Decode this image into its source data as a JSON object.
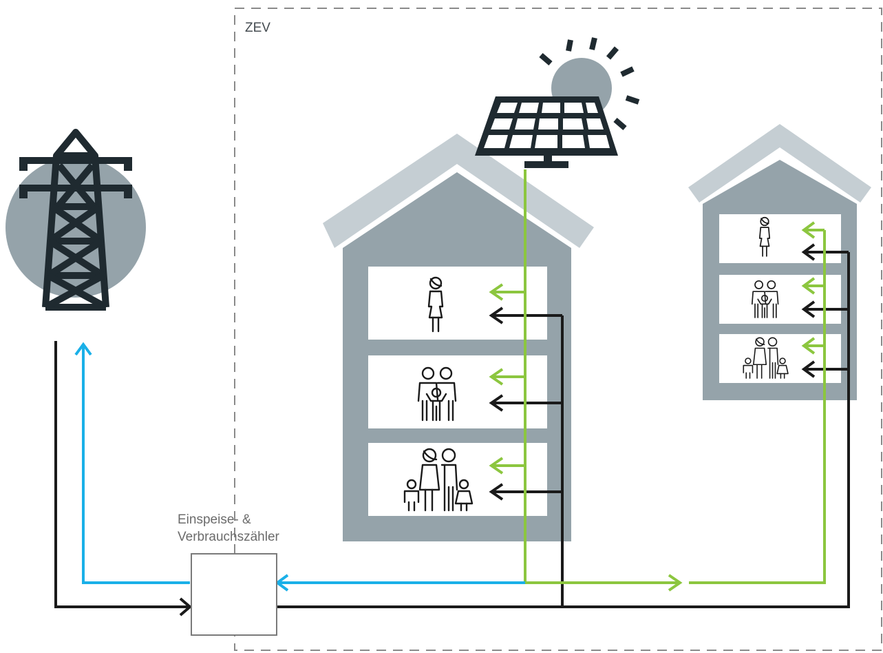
{
  "zone_label": "ZEV",
  "meter_label_line1": "Einspeise- &",
  "meter_label_line2": "Verbrauchszähler",
  "colors": {
    "grid_export": "#1ab0e8",
    "solar_supply": "#8cc63f",
    "grid_supply": "#1a1a1a",
    "building_wall": "#95a3aa",
    "roof": "#c5ced3",
    "icon_dark": "#1f2a30",
    "sun": "#95a3aa"
  },
  "icons": [
    "power-pylon-icon",
    "solar-panel-icon",
    "sun-icon",
    "single-person-icon",
    "family-icon",
    "large-family-icon"
  ]
}
